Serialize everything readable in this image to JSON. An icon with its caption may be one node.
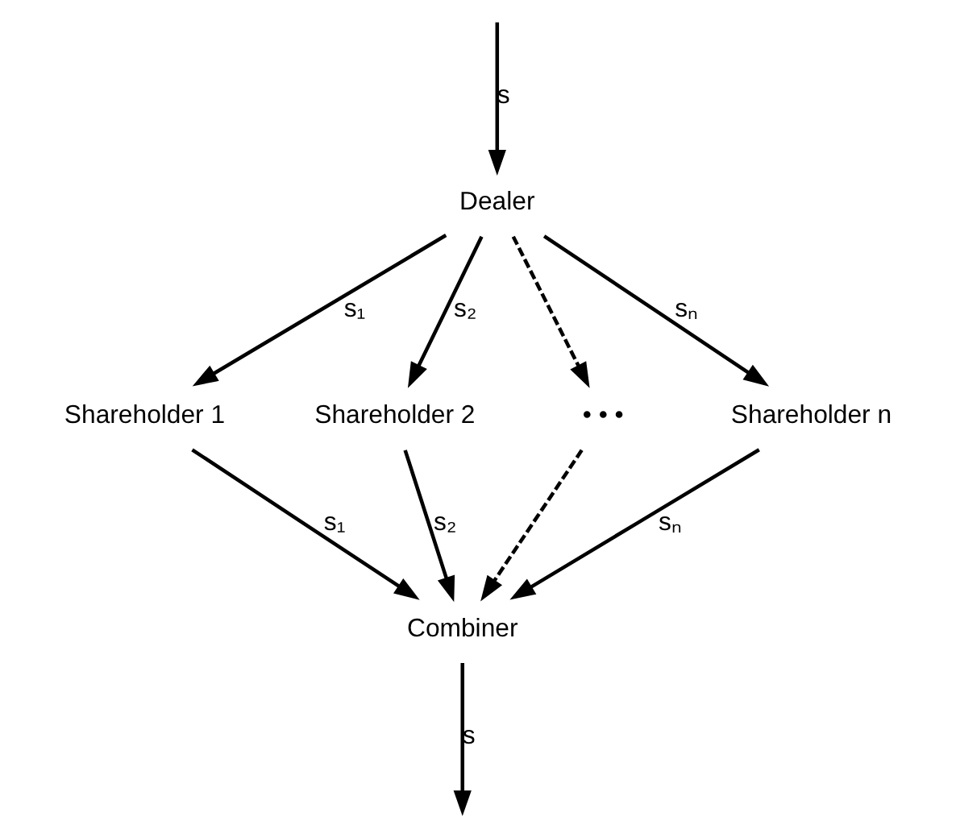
{
  "diagram": {
    "nodes": [
      {
        "text": [
          "Dealer"
        ]
      },
      {
        "text": [
          "Shareholder 1"
        ]
      },
      {
        "text": [
          "Shareholder 2"
        ]
      },
      {
        "text": [
          "• • •"
        ]
      },
      {
        "text": [
          "Shareholder n"
        ]
      },
      {
        "text": [
          "Combiner"
        ]
      }
    ],
    "edges": [
      {
        "from": null,
        "to": 0,
        "arrow": "to",
        "label": "s"
      },
      {
        "from": 0,
        "to": 1,
        "arrow": "to",
        "label": "s₁"
      },
      {
        "from": 0,
        "to": 2,
        "arrow": "to",
        "label": "s₂"
      },
      {
        "from": 0,
        "to": 3,
        "arrow": "to",
        "style": "dashed"
      },
      {
        "from": 0,
        "to": 4,
        "arrow": "to",
        "label": "sₙ"
      },
      {
        "from": 1,
        "to": 5,
        "arrow": "to",
        "label": "s₁"
      },
      {
        "from": 2,
        "to": 5,
        "arrow": "to",
        "label": "s₂"
      },
      {
        "from": 3,
        "to": 5,
        "arrow": "to",
        "style": "dashed"
      },
      {
        "from": 4,
        "to": 5,
        "arrow": "to",
        "label": "sₙ"
      },
      {
        "from": 5,
        "to": null,
        "arrow": "to",
        "label": "s"
      }
    ]
  }
}
